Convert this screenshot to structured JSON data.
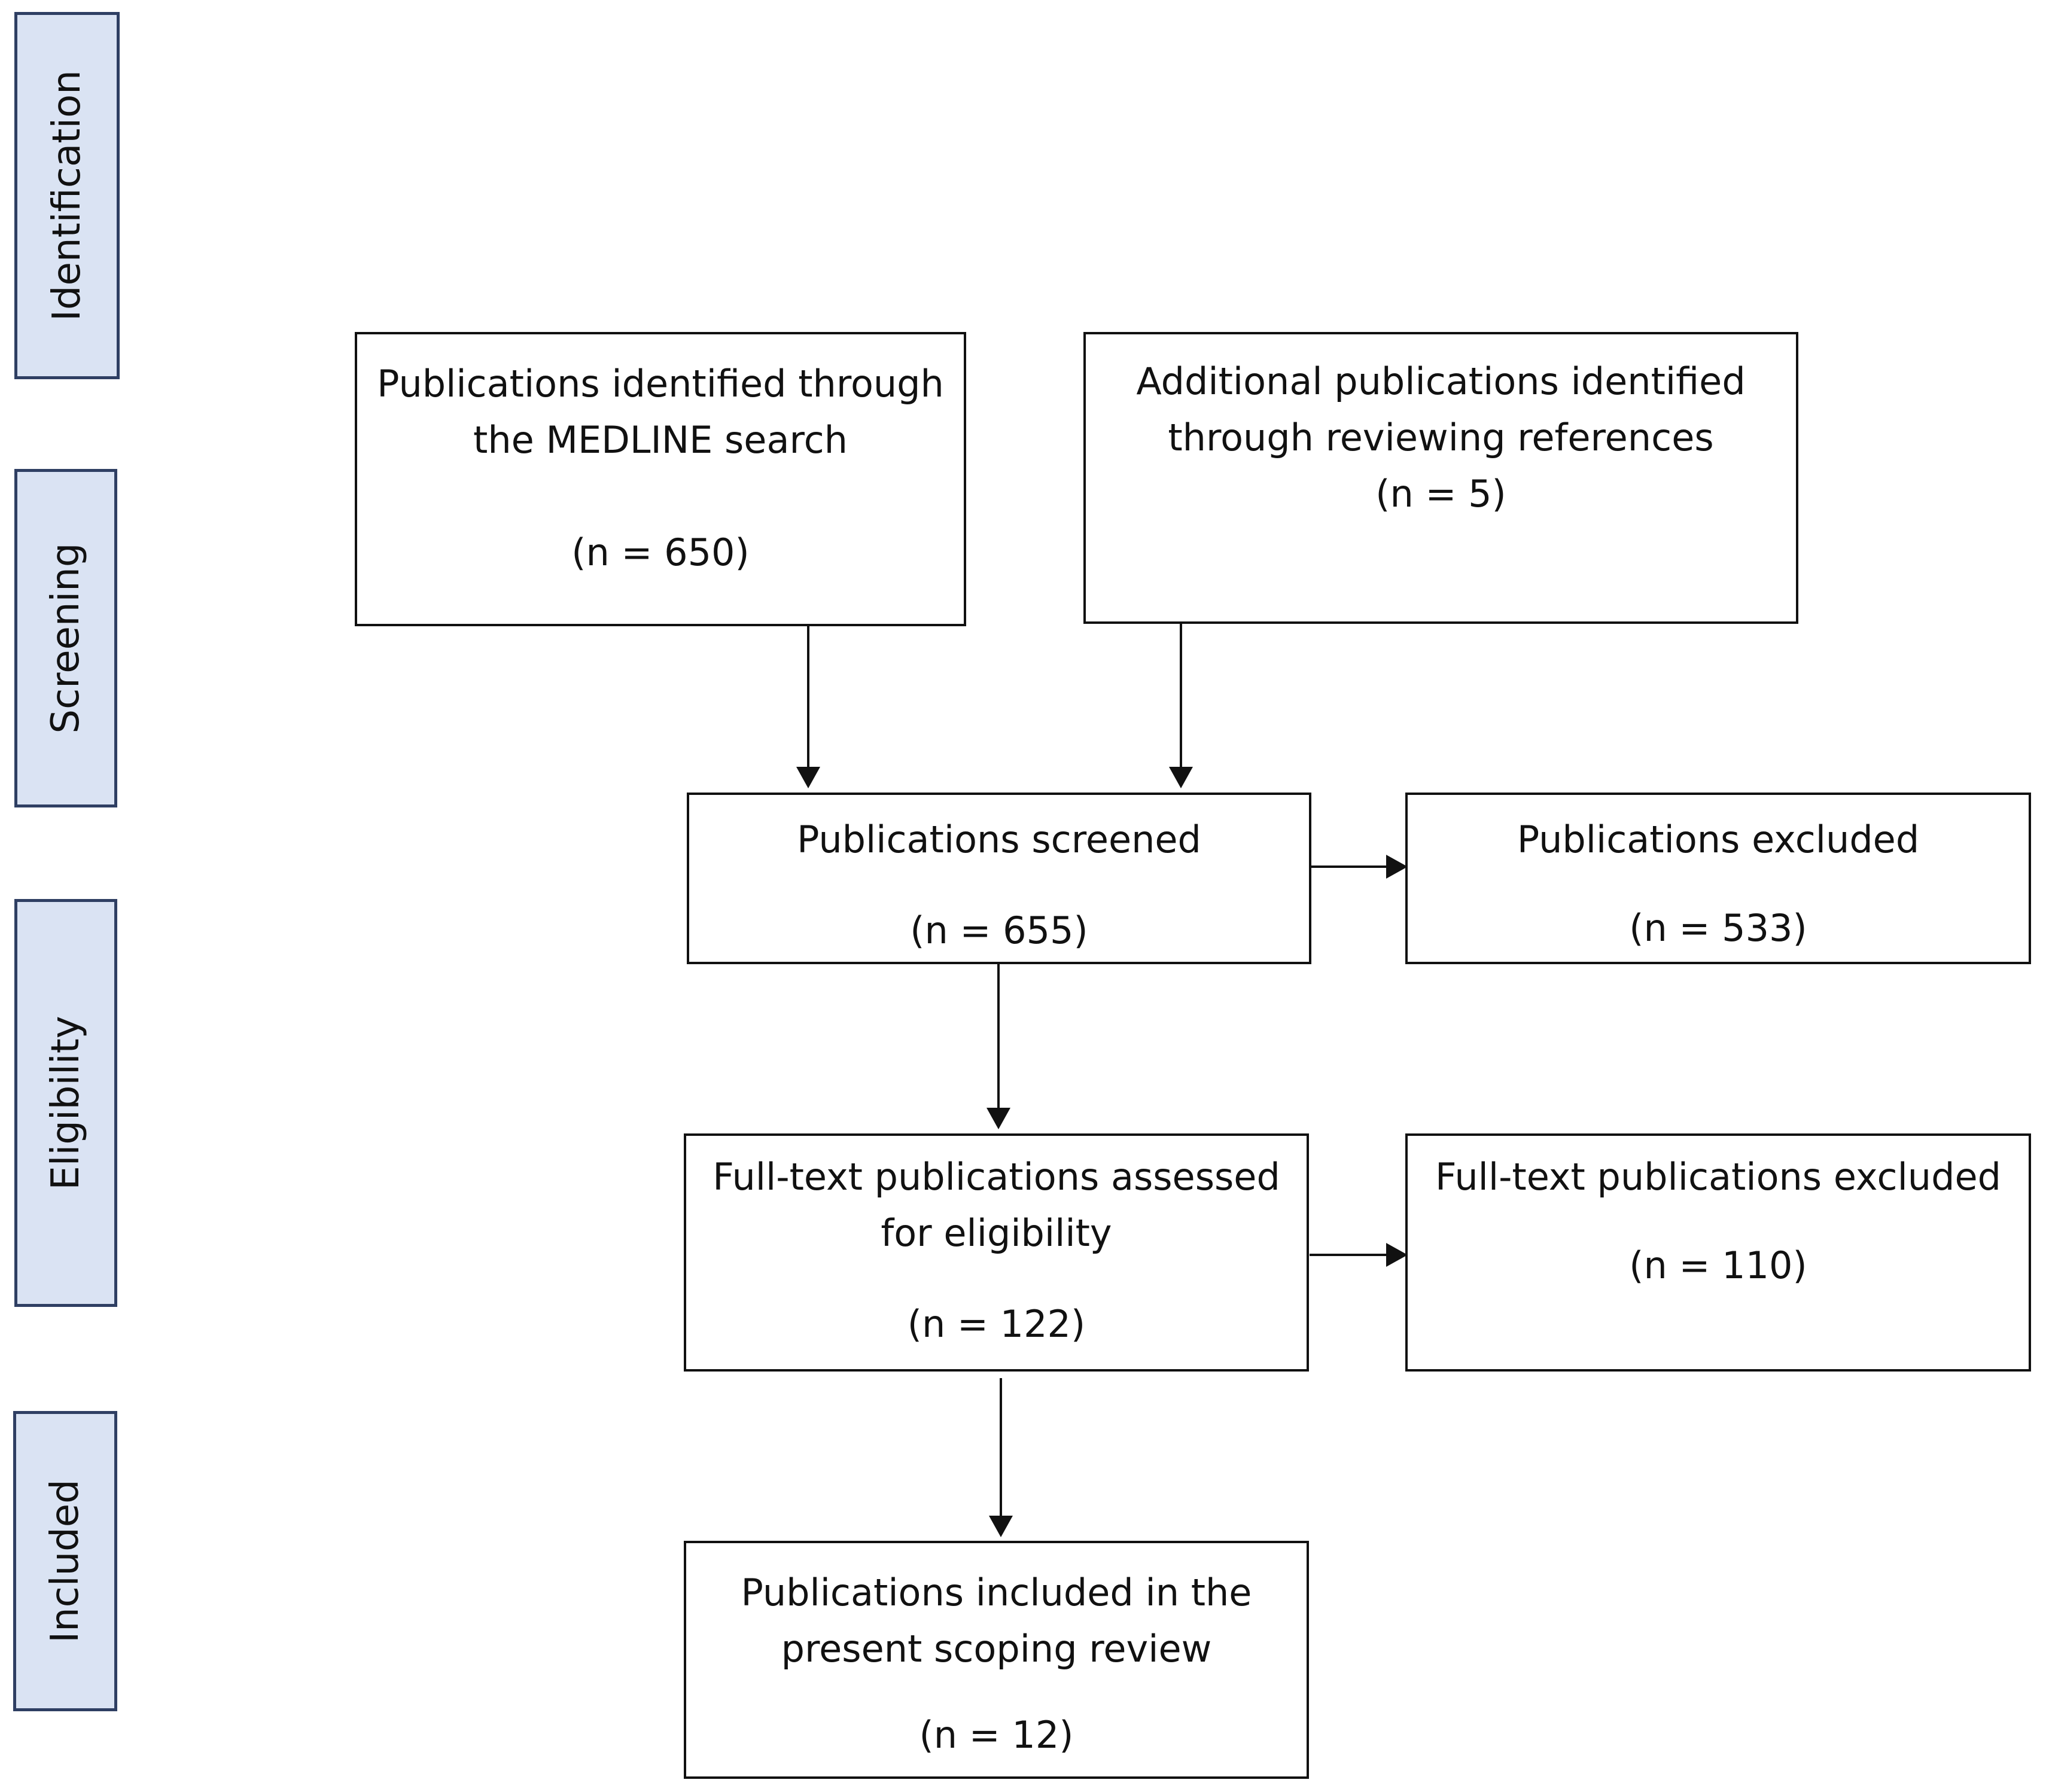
{
  "phases": {
    "identification": "Identification",
    "screening": "Screening",
    "eligibility": "Eligibility",
    "included": "Included"
  },
  "boxes": {
    "medline": {
      "line1": "Publications identified through",
      "line2": "the MEDLINE search",
      "count": "(n = 650)"
    },
    "additional": {
      "line1": "Additional publications identified",
      "line2": "through reviewing references",
      "count": "(n = 5)"
    },
    "screened": {
      "line1": "Publications screened",
      "count": "(n = 655)"
    },
    "excluded": {
      "line1": "Publications excluded",
      "count": "(n = 533)"
    },
    "fulltext_assessed": {
      "line1": "Full-text publications assessed",
      "line2": "for eligibility",
      "count": "(n = 122)"
    },
    "fulltext_excluded": {
      "line1": "Full-text publications excluded",
      "count": "(n = 110)"
    },
    "included": {
      "line1": "Publications included in the",
      "line2": "present scoping review",
      "count": "(n = 12)"
    }
  },
  "colors": {
    "phase_fill": "#dae3f3",
    "phase_border": "#2f3f63",
    "box_border": "#111111",
    "arrow": "#111111"
  }
}
